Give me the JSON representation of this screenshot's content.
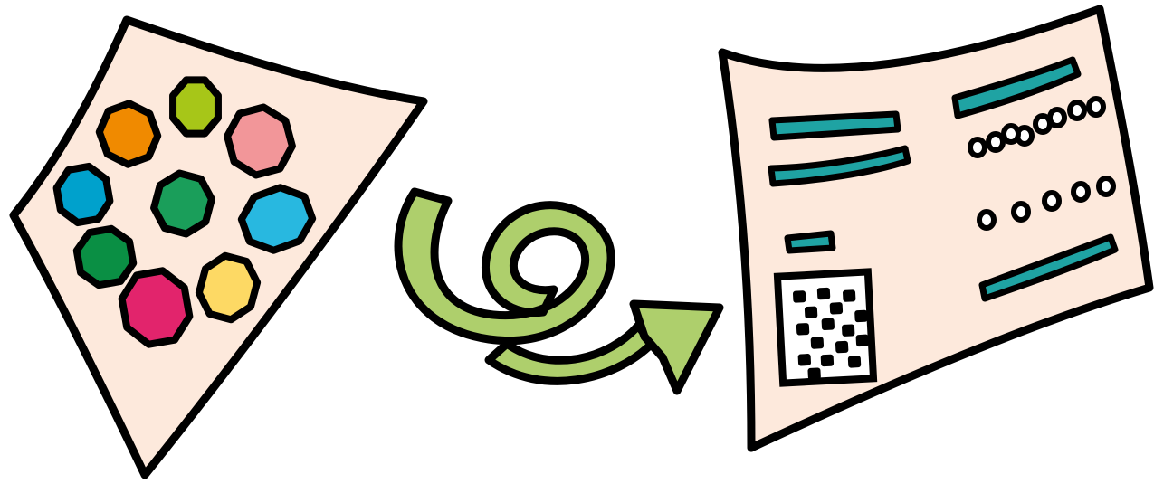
{
  "colors": {
    "paper": "#fde9dc",
    "outline": "#000000",
    "arrow": "#aecf6c",
    "bar": "#1fa3a3",
    "background": "#ffffff"
  },
  "left_sheet": {
    "swatches": [
      {
        "name": "orange",
        "color": "#f08a00"
      },
      {
        "name": "lime",
        "color": "#a7c618"
      },
      {
        "name": "pink",
        "color": "#f29699"
      },
      {
        "name": "blue",
        "color": "#00a1cc"
      },
      {
        "name": "green",
        "color": "#1a9e5a"
      },
      {
        "name": "sky-blue",
        "color": "#28b8e0"
      },
      {
        "name": "dark-green",
        "color": "#0a8f44"
      },
      {
        "name": "magenta",
        "color": "#e2246c"
      },
      {
        "name": "yellow",
        "color": "#fdd964"
      }
    ]
  },
  "arrow": {
    "icon": "swirl-arrow-icon"
  },
  "right_sheet": {
    "icon": "qr-code-icon"
  }
}
